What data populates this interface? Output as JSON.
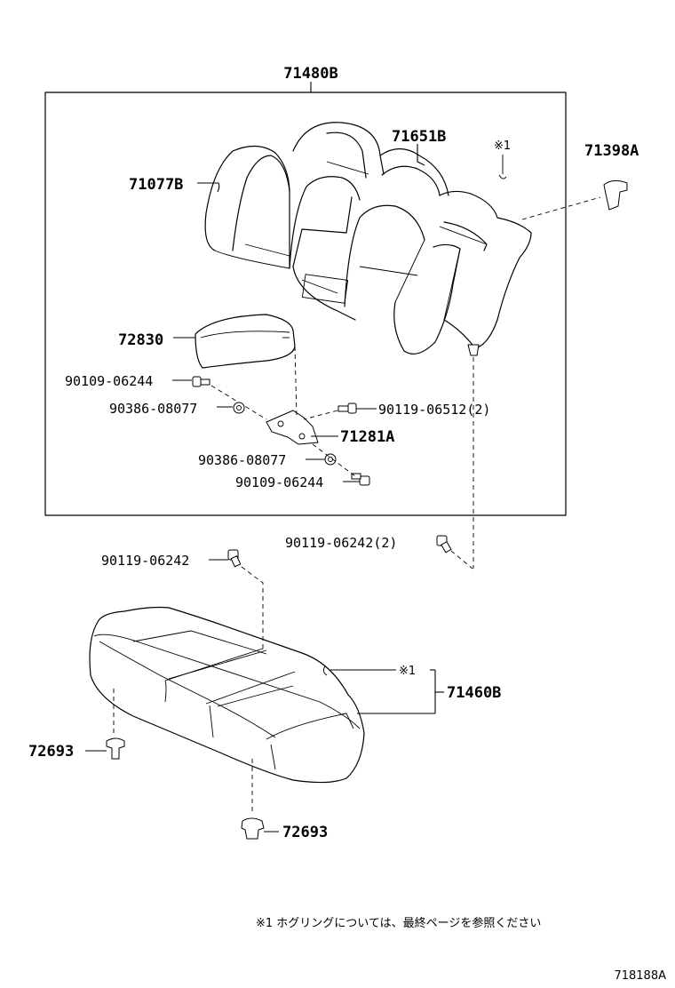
{
  "labels": {
    "assy_back": "71480B",
    "back_cover": "71651B",
    "back_frame": "71077B",
    "hog_ring_top": "※1",
    "clip_back": "71398A",
    "armrest": "72830",
    "bolt_a1": "90109-06244",
    "washer_a1": "90386-08077",
    "bolt_b": "90119-06512(2)",
    "hinge": "71281A",
    "washer_a2": "90386-08077",
    "bolt_a2": "90109-06244",
    "bolt_c": "90119-06242(2)",
    "bolt_d": "90119-06242",
    "hog_ring_bottom": "※1",
    "cushion": "71460B",
    "clip_cushion_left": "72693",
    "clip_cushion_bottom": "72693"
  },
  "note": "※1  ホグリングについては、最終ページを参照ください",
  "figure_id": "718188A"
}
